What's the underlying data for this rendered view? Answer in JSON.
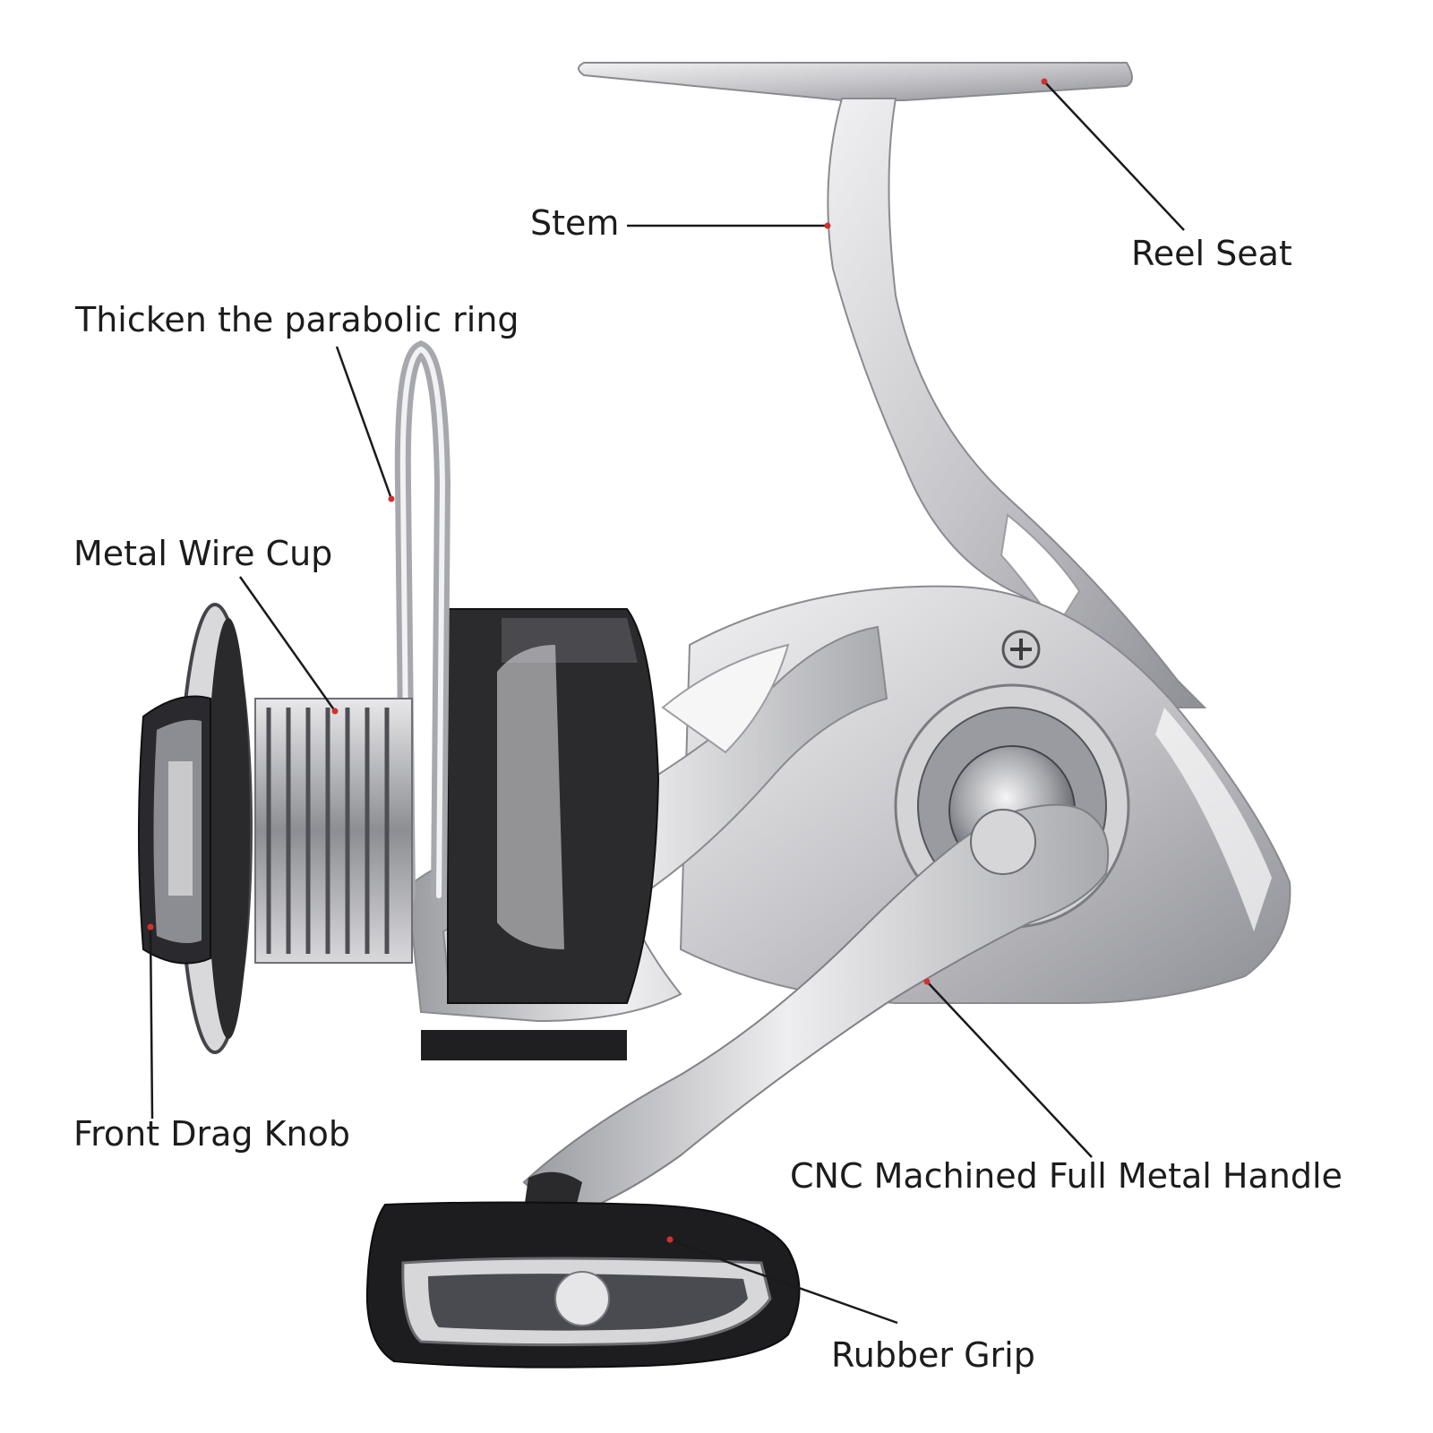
{
  "labels": {
    "stem": "Stem",
    "reel_seat": "Reel Seat",
    "parabolic_ring": "Thicken the parabolic ring",
    "wire_cup": "Metal Wire Cup",
    "drag_knob": "Front Drag Knob",
    "handle": "CNC Machined Full Metal Handle",
    "rubber_grip": "Rubber Grip"
  },
  "colors": {
    "leader_line": "#1a1a1a",
    "marker_dot": "#d0312d",
    "metal_light": "#e4e4e6",
    "metal_mid": "#b9b9bd",
    "metal_dark": "#6f7076",
    "black_part": "#1c1c1e"
  }
}
